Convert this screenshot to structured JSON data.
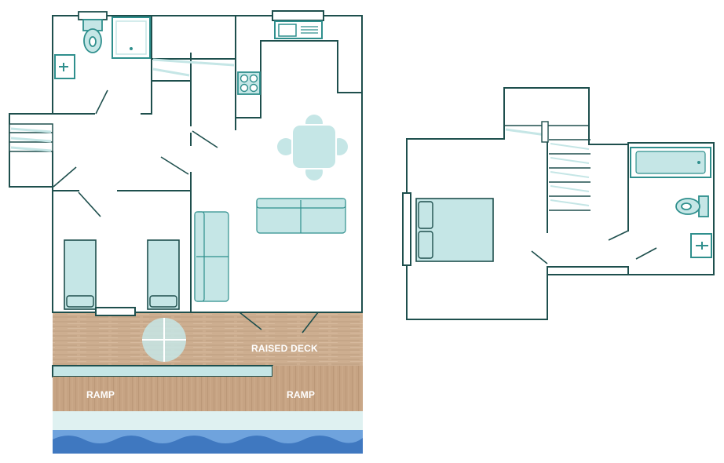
{
  "labels": {
    "raised_deck": "RAISED DECK",
    "ramp_left": "RAMP",
    "ramp_right": "RAMP"
  },
  "colors": {
    "wall": "#1e4f4d",
    "furniture_fill": "#c5e6e6",
    "furniture_stroke": "#2f8f8d",
    "deck": "#c9a98a",
    "deck_grain": "#b38f70",
    "ramp": "#c4a181",
    "path": "#dff1f1",
    "water_dark": "#3f78c0",
    "water_light": "#6fa3dd",
    "background": "#ffffff"
  },
  "icons": [
    "toilet-icon",
    "shower-icon",
    "sink-icon",
    "bathtub-icon",
    "stove-icon",
    "bed-icon",
    "sofa-icon",
    "table-icon",
    "staircase-icon"
  ]
}
